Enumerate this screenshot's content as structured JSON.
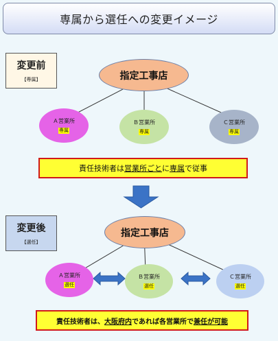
{
  "title": "専属から選任への変更イメージ",
  "before": {
    "label": "変更前",
    "sublabel": "【専属】",
    "hub": "指定工事店",
    "offices": [
      {
        "name": "Ａ営業所",
        "tag": "専属"
      },
      {
        "name": "Ｂ営業所",
        "tag": "専属"
      },
      {
        "name": "Ｃ営業所",
        "tag": "専属"
      }
    ],
    "note": {
      "p1": "責任技術者は",
      "p2": "営業所ごと",
      "p3": "に",
      "p4": "専属",
      "p5": "で従事"
    }
  },
  "after": {
    "label": "変更後",
    "sublabel": "【選任】",
    "hub": "指定工事店",
    "offices": [
      {
        "name": "Ａ営業所",
        "tag": "選任"
      },
      {
        "name": "Ｂ営業所",
        "tag": "選任"
      },
      {
        "name": "Ｃ営業所",
        "tag": "選任"
      }
    ],
    "note": {
      "p1": "責任技術者は、",
      "p2": "大阪府内",
      "p3": "であれば各営業所で",
      "p4": "兼任が可能"
    }
  },
  "colors": {
    "hub": "#f6b990",
    "office_a": "#e563e7",
    "office_b": "#c5e3a5",
    "office_c_before": "#a7b4c9",
    "office_c_after": "#bcd0f1",
    "note_border": "#d0191a",
    "note_fill": "#ffff33",
    "arrow": "#3b73c6"
  }
}
